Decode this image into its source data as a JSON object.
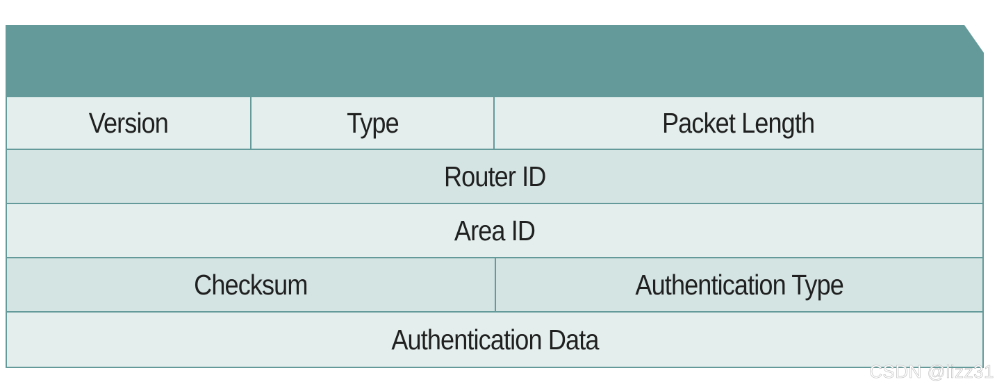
{
  "packet_header": {
    "rows": [
      {
        "fields": [
          "Version",
          "Type",
          "Packet Length"
        ]
      },
      {
        "fields": [
          "Router ID"
        ]
      },
      {
        "fields": [
          "Area ID"
        ]
      },
      {
        "fields": [
          "Checksum",
          "Authentication Type"
        ]
      },
      {
        "fields": [
          "Authentication Data"
        ]
      }
    ]
  },
  "watermark": "CSDN @lizz31",
  "colors": {
    "header_teal": "#649a99",
    "cell_light": "#e3eeed",
    "cell_mid": "#d4e4e3"
  }
}
